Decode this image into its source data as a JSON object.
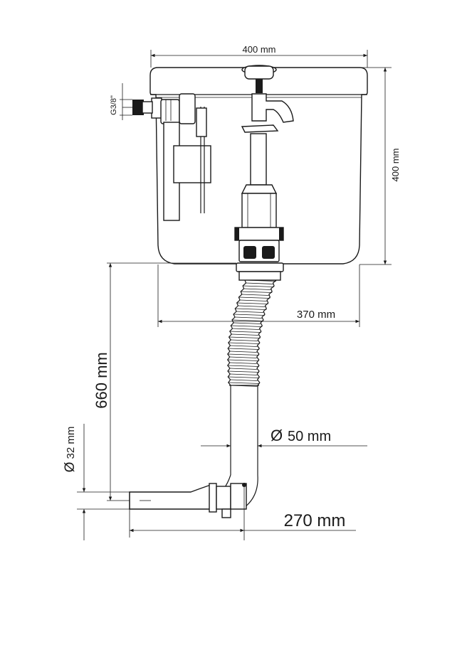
{
  "dimensions": {
    "cistern_width": "400 mm",
    "cistern_height": "400 mm",
    "inlet_thread": "G3/8\"",
    "body_width": "370 mm",
    "pipe_height": "660 mm",
    "pipe_diameter": "50 mm",
    "inlet_diameter": "32 mm",
    "outlet_offset": "270 mm"
  },
  "diameter_symbol": "Ø",
  "colors": {
    "line": "#1a1a1a",
    "background": "#ffffff"
  }
}
